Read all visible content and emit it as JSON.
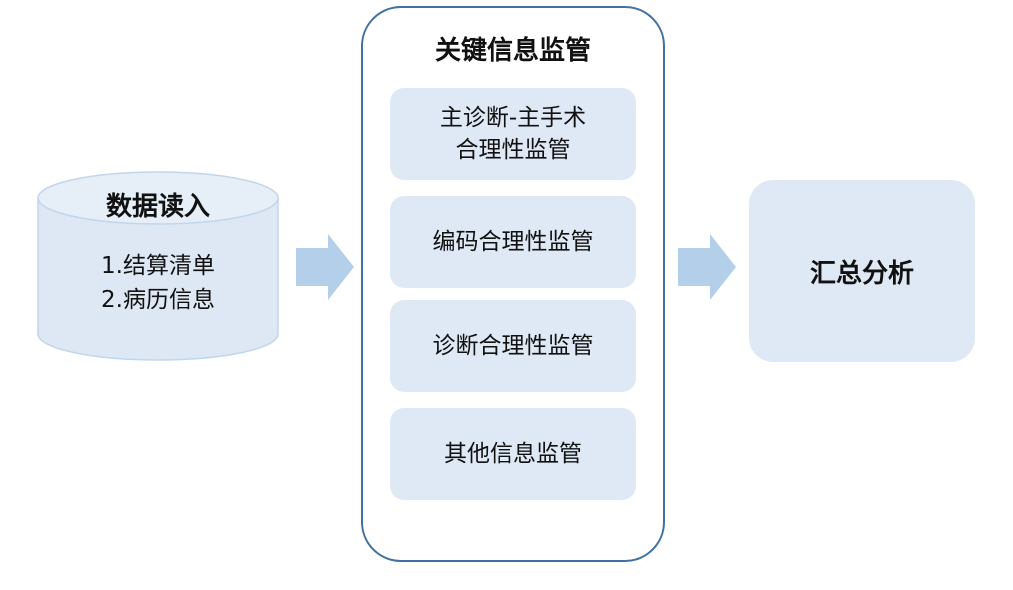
{
  "data_input": {
    "title": "数据读入",
    "lines": [
      "1.结算清单",
      "2.病历信息"
    ]
  },
  "key_supervision": {
    "title": "关键信息监管",
    "items": [
      {
        "lines": [
          "主诊断-主手术",
          "合理性监管"
        ]
      },
      {
        "lines": [
          "编码合理性监管"
        ]
      },
      {
        "lines": [
          "诊断合理性监管"
        ]
      },
      {
        "lines": [
          "其他信息监管"
        ]
      }
    ]
  },
  "summary": {
    "title": "汇总分析"
  },
  "colors": {
    "box_fill": "#dfe9f5",
    "arrow_fill": "#b4cfe9",
    "panel_border": "#41719c",
    "cylinder_fill": "#dde8f4",
    "cylinder_stroke": "#c2d6ea"
  },
  "icons": {
    "flow_arrow": "right-arrow-icon",
    "data_store": "cylinder-icon"
  }
}
